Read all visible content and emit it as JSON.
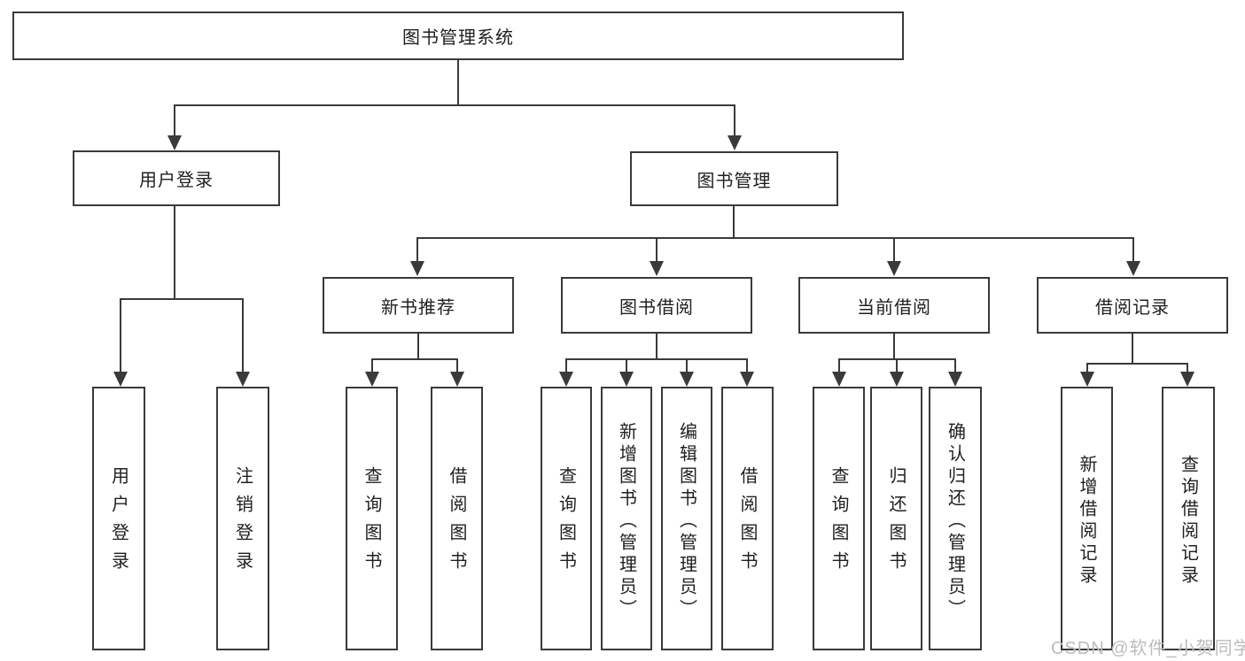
{
  "diagram_type": "hierarchy-tree",
  "colors": {
    "line": "#3a3a3a",
    "box_border": "#3a3a3a",
    "box_fill": "#ffffff",
    "text": "#1f1f1f",
    "watermark": "#bcbcbc"
  },
  "tree": {
    "label": "图书管理系统",
    "children": [
      {
        "label": "用户登录",
        "children": [
          {
            "label": "用户登录"
          },
          {
            "label": "注销登录"
          }
        ]
      },
      {
        "label": "图书管理",
        "children": [
          {
            "label": "新书推荐",
            "children": [
              {
                "label": "查询图书"
              },
              {
                "label": "借阅图书"
              }
            ]
          },
          {
            "label": "图书借阅",
            "children": [
              {
                "label": "查询图书"
              },
              {
                "label": "新增图书（管理员）"
              },
              {
                "label": "编辑图书（管理员）"
              },
              {
                "label": "借阅图书"
              }
            ]
          },
          {
            "label": "当前借阅",
            "children": [
              {
                "label": "查询图书"
              },
              {
                "label": "归还图书"
              },
              {
                "label": "确认归还（管理员）"
              }
            ]
          },
          {
            "label": "借阅记录",
            "children": [
              {
                "label": "新增借阅记录"
              },
              {
                "label": "查询借阅记录"
              }
            ]
          }
        ]
      }
    ]
  },
  "watermark": {
    "text": "CSDN @软件_小贺同学"
  }
}
